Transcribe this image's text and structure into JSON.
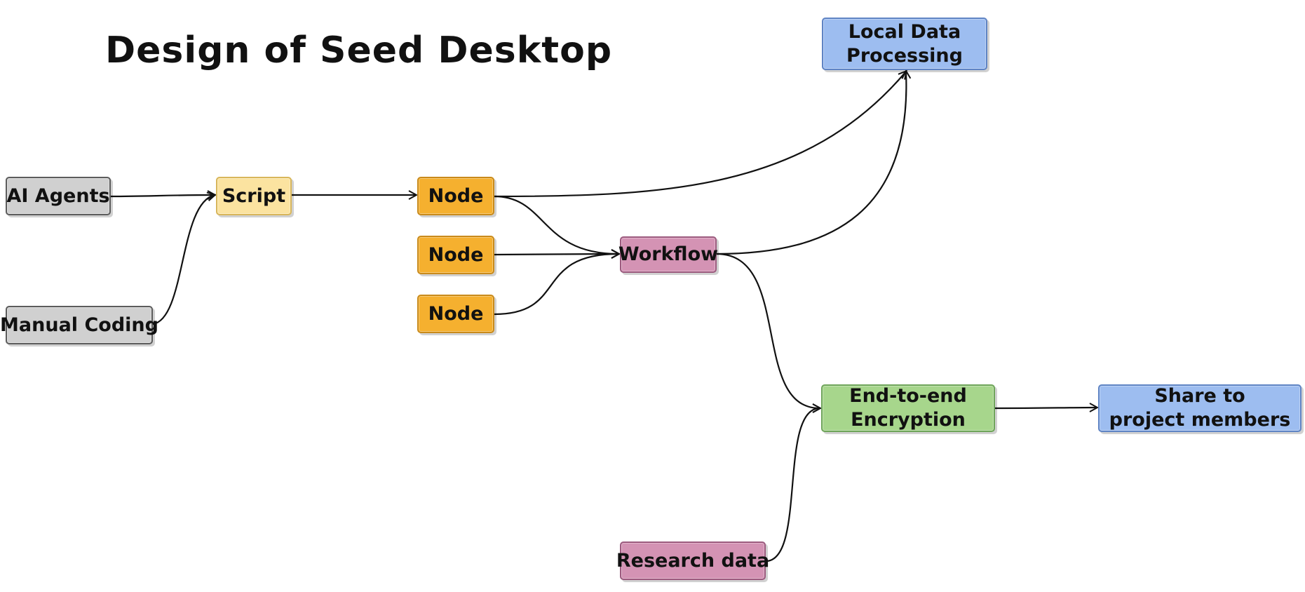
{
  "title": "Design of Seed Desktop",
  "colors": {
    "grey": "#d0d0d0",
    "yellow": "#fbe3a0",
    "orange": "#f5b02f",
    "pink": "#d493b4",
    "green": "#a7d68c",
    "blue": "#9dbdf0",
    "edge": "#111111"
  },
  "nodes": {
    "ai_agents": "AI Agents",
    "manual_coding": "Manual Coding",
    "script": "Script",
    "node_1": "Node",
    "node_2": "Node",
    "node_3": "Node",
    "workflow": "Workflow",
    "local_line1": "Local Data",
    "local_line2": "Processing",
    "e2e_line1": "End-to-end",
    "e2e_line2": "Encryption",
    "share_line1": "Share to",
    "share_line2": "project members",
    "research": "Research data"
  },
  "edges": [
    {
      "from": "ai_agents",
      "to": "script"
    },
    {
      "from": "manual_coding",
      "to": "script"
    },
    {
      "from": "script",
      "to": "node_1"
    },
    {
      "from": "node_1",
      "to": "local_data_processing"
    },
    {
      "from": "node_1",
      "to": "workflow"
    },
    {
      "from": "node_2",
      "to": "workflow"
    },
    {
      "from": "node_3",
      "to": "workflow"
    },
    {
      "from": "workflow",
      "to": "local_data_processing"
    },
    {
      "from": "workflow",
      "to": "end_to_end_encryption"
    },
    {
      "from": "research_data",
      "to": "end_to_end_encryption"
    },
    {
      "from": "end_to_end_encryption",
      "to": "share_to_project_members"
    }
  ]
}
